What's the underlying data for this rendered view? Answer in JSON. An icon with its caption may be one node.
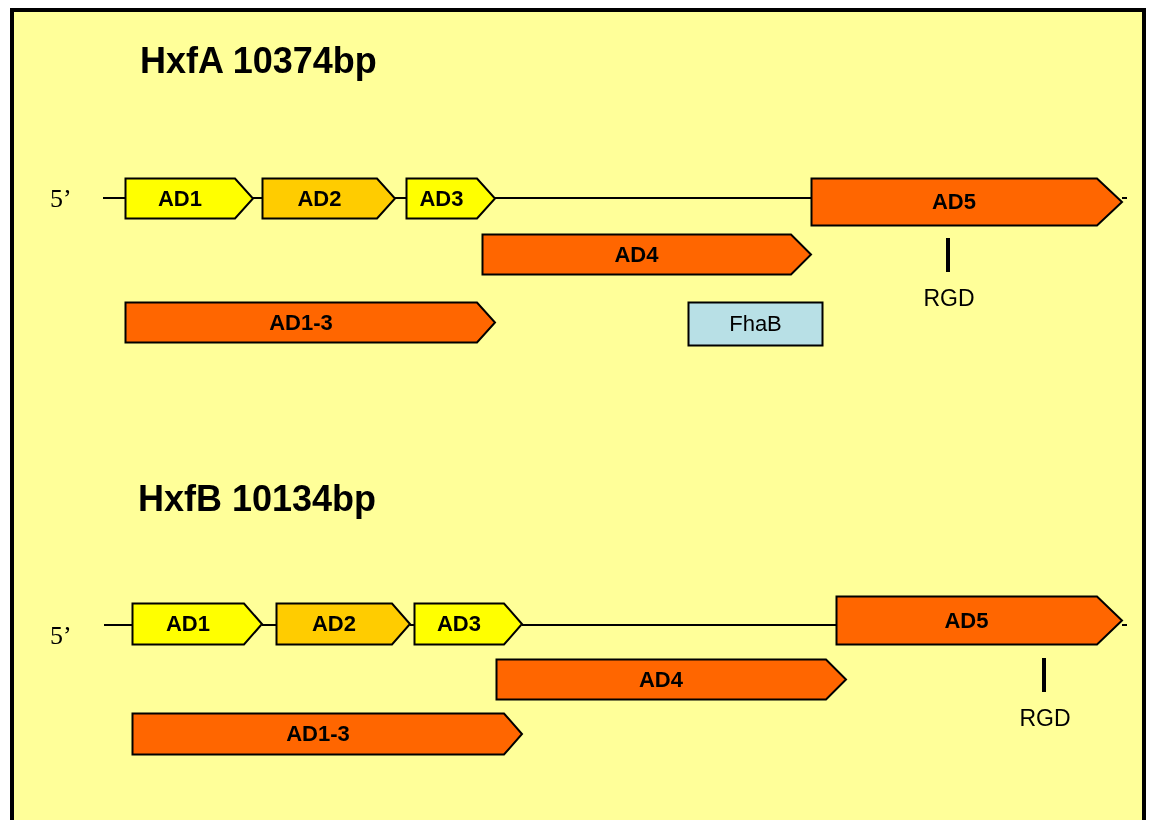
{
  "diagram": {
    "nodes": [
      {
        "text": [
          "AD1"
        ]
      },
      {
        "text": [
          "AD2"
        ]
      },
      {
        "text": [
          "AD3"
        ]
      },
      {
        "text": [
          "AD5"
        ]
      },
      {
        "text": [
          "AD4"
        ]
      },
      {
        "text": [
          "AD1-3"
        ]
      },
      {
        "text": [
          "FhaB"
        ]
      },
      {
        "text": [
          "AD1"
        ]
      },
      {
        "text": [
          "AD2"
        ]
      },
      {
        "text": [
          "AD3"
        ]
      },
      {
        "text": [
          "AD5"
        ]
      },
      {
        "text": [
          "AD4"
        ]
      },
      {
        "text": [
          "AD1-3"
        ]
      }
    ],
    "edges": [
      {
        "from": null,
        "to": 0,
        "arrow": "none"
      },
      {
        "from": 0,
        "to": 1,
        "arrow": "none"
      },
      {
        "from": 1,
        "to": 2,
        "arrow": "none"
      },
      {
        "from": 2,
        "to": 3,
        "arrow": "none"
      },
      {
        "from": 3,
        "to": null,
        "arrow": "none"
      },
      {
        "from": null,
        "to": 7,
        "arrow": "none"
      },
      {
        "from": 7,
        "to": 8,
        "arrow": "none"
      },
      {
        "from": 8,
        "to": 9,
        "arrow": "none"
      },
      {
        "from": 9,
        "to": 10,
        "arrow": "none"
      },
      {
        "from": 10,
        "to": null,
        "arrow": "none"
      }
    ],
    "labels": [
      "HxfA 10374bp",
      "5’",
      "RGD",
      "HxfB 10134bp",
      "5’",
      "RGD"
    ]
  }
}
